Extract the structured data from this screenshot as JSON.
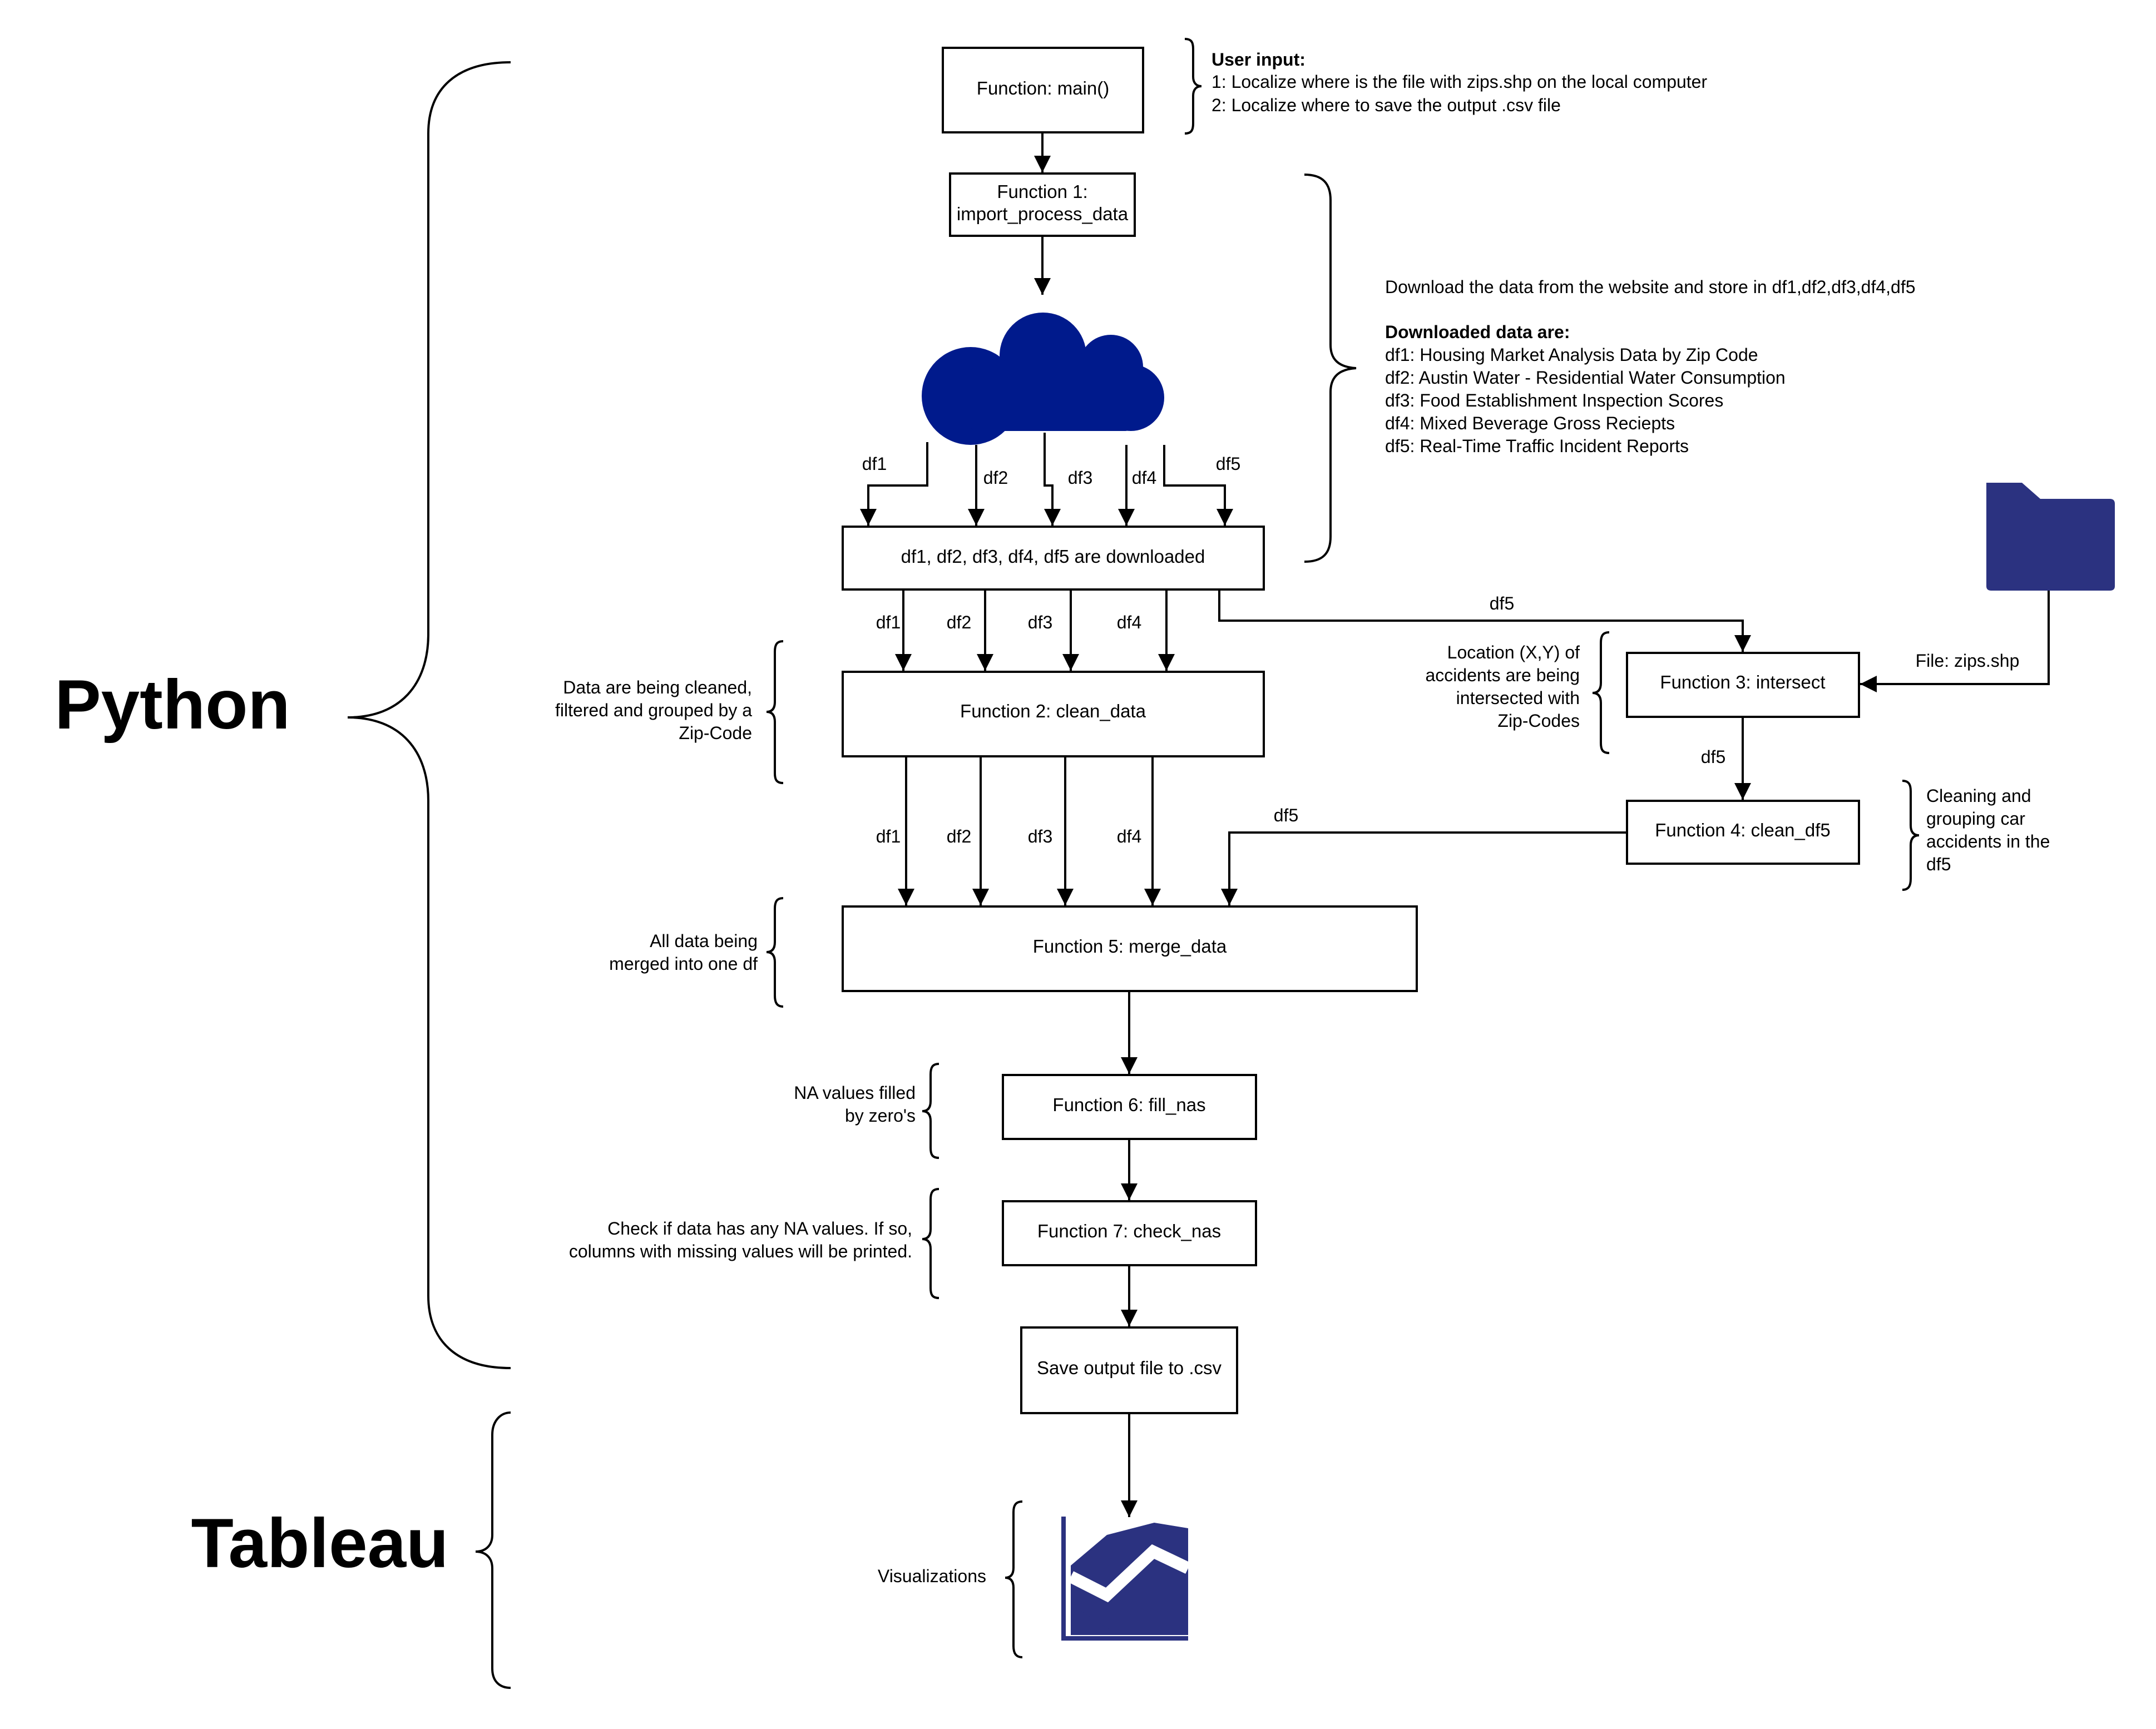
{
  "sections": {
    "python": "Python",
    "tableau": "Tableau"
  },
  "boxes": {
    "main": "Function: main()",
    "f1_line1": "Function 1:",
    "f1_line2": "import_process_data",
    "downloaded": "df1, df2, df3, df4, df5 are downloaded",
    "f2": "Function 2: clean_data",
    "f3": "Function 3: intersect",
    "f4": "Function 4:  clean_df5",
    "f5": "Function 5: merge_data",
    "f6": "Function 6: fill_nas",
    "f7": "Function 7: check_nas",
    "save": "Save output file to .csv"
  },
  "user_input": {
    "title": "User input:",
    "line1": "1: Localize where is the file with zips.shp on the local computer",
    "line2": "2: Localize where to save the output .csv file"
  },
  "download_note": {
    "line1": "Download the data from the website and store in df1,df2,df3,df4,df5",
    "title": "Downloaded data are:",
    "df1": "df1:  Housing Market Analysis Data by Zip Code",
    "df2": "df2: Austin Water - Residential Water Consumption",
    "df3": "df3: Food Establishment Inspection Scores",
    "df4": "df4: Mixed Beverage Gross Reciepts",
    "df5": "df5: Real-Time Traffic Incident Reports"
  },
  "labels": {
    "df1": "df1",
    "df2": "df2",
    "df3": "df3",
    "df4": "df4",
    "df5": "df5",
    "file_zips": "File: zips.shp"
  },
  "notes": {
    "clean": [
      "Data are being cleaned,",
      "filtered and grouped by a",
      "Zip-Code"
    ],
    "intersect": [
      "Location (X,Y) of",
      "accidents are being",
      "intersected with",
      "Zip-Codes"
    ],
    "clean_df5": [
      "Cleaning and",
      "grouping car",
      "accidents in the",
      "df5"
    ],
    "merge": [
      "All data being",
      "merged into one df"
    ],
    "fill": [
      "NA values filled",
      "by zero's"
    ],
    "check": [
      "Check if data has any NA values. If so,",
      "columns with missing values will be printed."
    ],
    "viz": "Visualizations"
  },
  "icons": {
    "cloud": "cloud-icon",
    "folder": "folder-icon",
    "chart": "area-chart-icon"
  },
  "colors": {
    "cloud": "#001a8c",
    "folder": "#2b3280",
    "chart": "#2b3280"
  }
}
